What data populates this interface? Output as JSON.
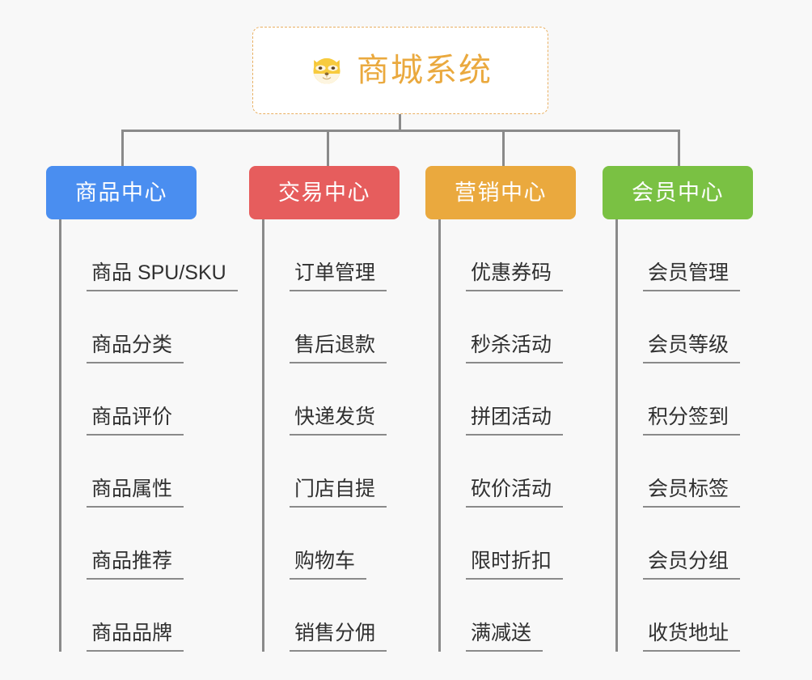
{
  "diagram": {
    "title": "商城系统",
    "type": "mindmap-tree",
    "background_color": "#f8f8f8",
    "connector_color": "#8a8a8a"
  },
  "root": {
    "label": "商城系统",
    "icon": "dog-face-icon",
    "text_color": "#eaa93e",
    "border_color": "#e9b062",
    "background_color": "#ffffff"
  },
  "categories": [
    {
      "label": "商品中心",
      "color": "#4a8ef0",
      "leaves": [
        {
          "label": "商品 SPU/SKU"
        },
        {
          "label": "商品分类"
        },
        {
          "label": "商品评价"
        },
        {
          "label": "商品属性"
        },
        {
          "label": "商品推荐"
        },
        {
          "label": "商品品牌"
        }
      ]
    },
    {
      "label": "交易中心",
      "color": "#e65d5d",
      "leaves": [
        {
          "label": "订单管理"
        },
        {
          "label": "售后退款"
        },
        {
          "label": "快递发货"
        },
        {
          "label": "门店自提"
        },
        {
          "label": "购物车"
        },
        {
          "label": "销售分佣"
        }
      ]
    },
    {
      "label": "营销中心",
      "color": "#eaa93e",
      "leaves": [
        {
          "label": "优惠券码"
        },
        {
          "label": "秒杀活动"
        },
        {
          "label": "拼团活动"
        },
        {
          "label": "砍价活动"
        },
        {
          "label": "限时折扣"
        },
        {
          "label": "满减送"
        }
      ]
    },
    {
      "label": "会员中心",
      "color": "#7ac143",
      "leaves": [
        {
          "label": "会员管理"
        },
        {
          "label": "会员等级"
        },
        {
          "label": "积分签到"
        },
        {
          "label": "会员标签"
        },
        {
          "label": "会员分组"
        },
        {
          "label": "收货地址"
        }
      ]
    }
  ]
}
